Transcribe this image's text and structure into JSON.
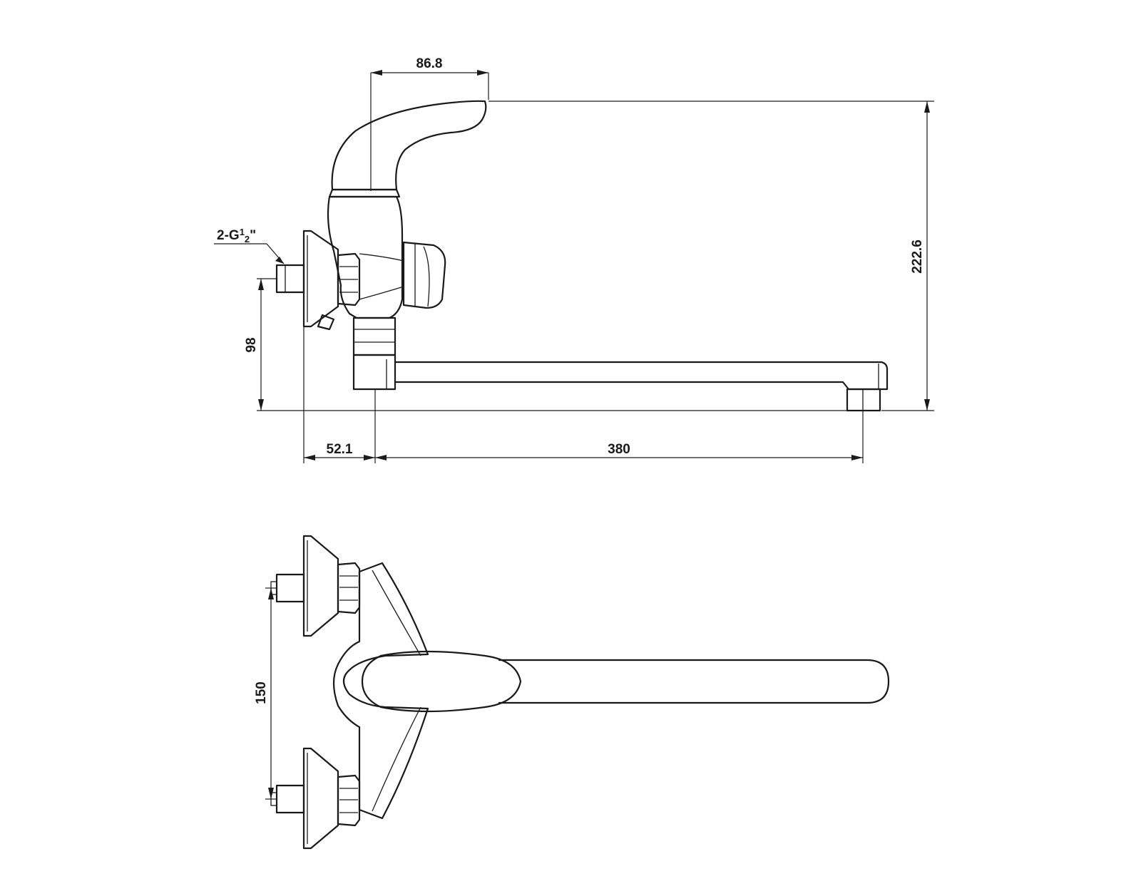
{
  "dimensions": {
    "handle_reach": "86.8",
    "total_height": "222.6",
    "thread_prefix": "2-G",
    "thread_num": "1",
    "thread_den": "2",
    "thread_unit": "\"",
    "inlet_height": "98",
    "wall_to_axis": "52.1",
    "spout_reach": "380",
    "inlet_spacing": "150"
  },
  "colors": {
    "line": "#1a1a1a",
    "background": "#ffffff"
  }
}
